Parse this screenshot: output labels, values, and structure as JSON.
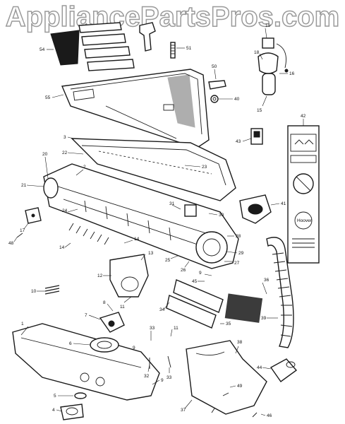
{
  "watermark": "AppliancePartsPros.com",
  "panel_brand": "Hoover",
  "labels": [
    {
      "id": "l1",
      "text": "1"
    },
    {
      "id": "l2",
      "text": "2"
    },
    {
      "id": "l3",
      "text": "3"
    },
    {
      "id": "l4",
      "text": "4"
    },
    {
      "id": "l5",
      "text": "5"
    },
    {
      "id": "l6",
      "text": "6"
    },
    {
      "id": "l7",
      "text": "7"
    },
    {
      "id": "l8",
      "text": "8"
    },
    {
      "id": "l9a",
      "text": "9"
    },
    {
      "id": "l9b",
      "text": "9"
    },
    {
      "id": "l9c",
      "text": "9"
    },
    {
      "id": "l10",
      "text": "10"
    },
    {
      "id": "l11",
      "text": "11"
    },
    {
      "id": "l11b",
      "text": "11"
    },
    {
      "id": "l12",
      "text": "12"
    },
    {
      "id": "l13",
      "text": "13"
    },
    {
      "id": "l14a",
      "text": "14"
    },
    {
      "id": "l14b",
      "text": "14"
    },
    {
      "id": "l15",
      "text": "15"
    },
    {
      "id": "l16",
      "text": "16"
    },
    {
      "id": "l17",
      "text": "17"
    },
    {
      "id": "l18",
      "text": "18"
    },
    {
      "id": "l19",
      "text": "19"
    },
    {
      "id": "l20",
      "text": "20"
    },
    {
      "id": "l21",
      "text": "21"
    },
    {
      "id": "l22",
      "text": "22"
    },
    {
      "id": "l23",
      "text": "23"
    },
    {
      "id": "l24",
      "text": "24"
    },
    {
      "id": "l25",
      "text": "25"
    },
    {
      "id": "l26",
      "text": "26"
    },
    {
      "id": "l27",
      "text": "27"
    },
    {
      "id": "l28",
      "text": "28"
    },
    {
      "id": "l29",
      "text": "29"
    },
    {
      "id": "l30",
      "text": "30"
    },
    {
      "id": "l31",
      "text": "31"
    },
    {
      "id": "l32",
      "text": "32"
    },
    {
      "id": "l33a",
      "text": "33"
    },
    {
      "id": "l33b",
      "text": "33"
    },
    {
      "id": "l34",
      "text": "34"
    },
    {
      "id": "l35",
      "text": "35"
    },
    {
      "id": "l36",
      "text": "36"
    },
    {
      "id": "l37",
      "text": "37"
    },
    {
      "id": "l38",
      "text": "38"
    },
    {
      "id": "l39",
      "text": "39"
    },
    {
      "id": "l40",
      "text": "40"
    },
    {
      "id": "l41",
      "text": "41"
    },
    {
      "id": "l42",
      "text": "42"
    },
    {
      "id": "l43",
      "text": "43"
    },
    {
      "id": "l44",
      "text": "44"
    },
    {
      "id": "l45",
      "text": "45"
    },
    {
      "id": "l46",
      "text": "46"
    },
    {
      "id": "l48",
      "text": "48"
    },
    {
      "id": "l49",
      "text": "49"
    },
    {
      "id": "l50",
      "text": "50"
    },
    {
      "id": "l51",
      "text": "51"
    },
    {
      "id": "l54",
      "text": "54"
    },
    {
      "id": "l55",
      "text": "55"
    }
  ]
}
